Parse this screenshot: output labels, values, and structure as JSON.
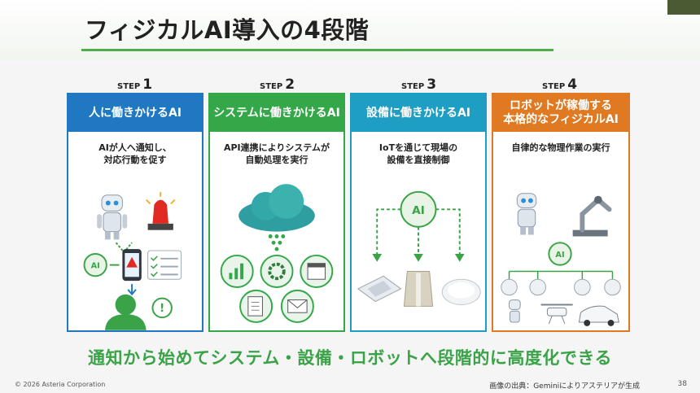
{
  "title": "フィジカルAI導入の4段階",
  "steps": [
    {
      "prefix": "STEP",
      "num": "1",
      "head": "人に働きかけるAI",
      "desc": "AIが人へ通知し、\n対応行動を促す",
      "color": "#1f78c1"
    },
    {
      "prefix": "STEP",
      "num": "2",
      "head": "システムに働きかけるAI",
      "desc": "API連携によりシステムが\n自動処理を実行",
      "color": "#34a849"
    },
    {
      "prefix": "STEP",
      "num": "3",
      "head": "設備に働きかけるAI",
      "desc": "IoTを通じて現場の\n設備を直接制御",
      "color": "#1f9ec3"
    },
    {
      "prefix": "STEP",
      "num": "4",
      "head": "ロボットが稼働する\n本格的なフィジカルAI",
      "desc": "自律的な物理作業の実行",
      "color": "#e07a22"
    }
  ],
  "ai_label": "AI",
  "tagline": "通知から始めてシステム・設備・ロボットへ段階的に高度化できる",
  "footer": {
    "copyright": "© 2026 Asteria Corporation",
    "source": "画像の出典：Geminiによりアステリアが生成",
    "page": "38"
  }
}
